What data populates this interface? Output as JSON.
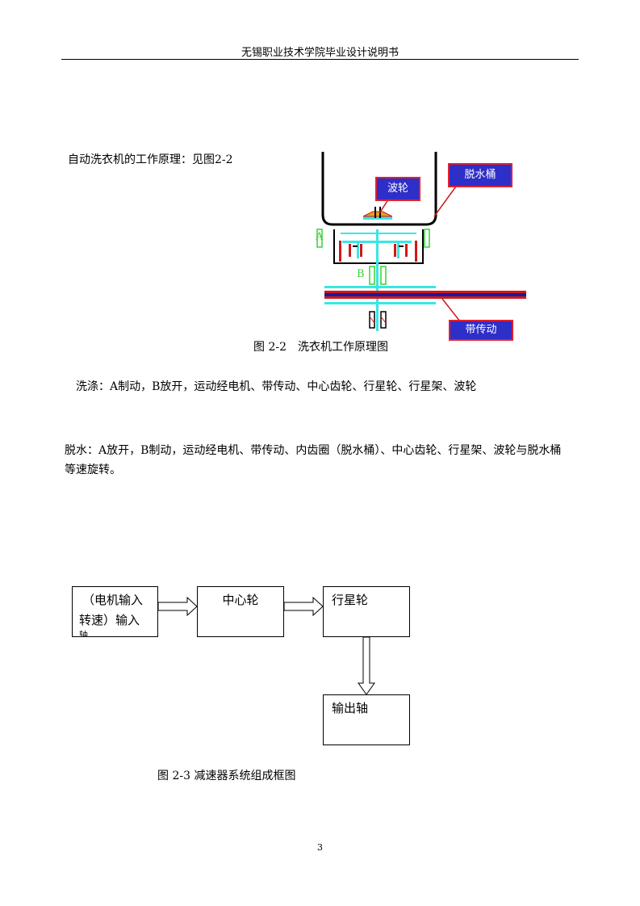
{
  "header": {
    "title": "无锡职业技术学院毕业设计说明书"
  },
  "intro": "自动洗衣机的工作原理：见图2-2",
  "figure22": {
    "callout_wheel": "波轮",
    "callout_drum": "脱水桶",
    "callout_belt": "带传动",
    "label_a": "A",
    "label_b": "B",
    "caption": "图 2-2　洗衣机工作原理图",
    "colors": {
      "callout_fill": "#2e2ec8",
      "callout_border": "#e0202f",
      "shaft": "#39e6e6",
      "gear": "#d01818",
      "belt": "#1a1a9e",
      "brake": "#35d335"
    }
  },
  "wash_text": "洗涤：A制动，B放开，运动经电机、带传动、中心齿轮、行星轮、行星架、波轮",
  "spin_text": "脱水：A放开，B制动，运动经电机、带传动、内齿圈（脱水桶）、中心齿轮、行星架、波轮与脱水桶等速旋转。",
  "figure23": {
    "box_input_line1": "（电机输入",
    "box_input_line2": "转速）输入",
    "box_input_line3": "轴",
    "box_center": "中心轮",
    "box_planet": "行星轮",
    "box_output": "输出轴",
    "caption": "图 2-3  减速器系统组成框图"
  },
  "page_number": "3"
}
